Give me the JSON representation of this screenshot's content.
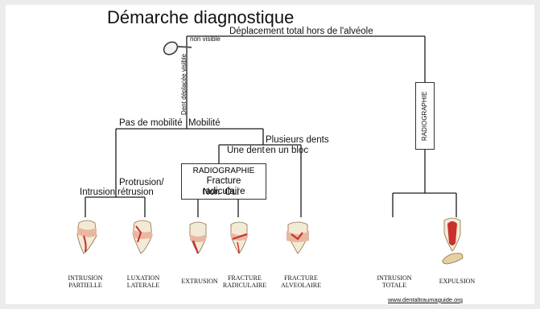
{
  "title": "Démarche diagnostique",
  "labels": {
    "non_visible": "non visible",
    "deplacement_total": "Déplacement total hors de l'alvéole",
    "dent_deplacee_visible": "Dent déplacée visible",
    "pas_de_mobilite": "Pas de mobilité",
    "mobilite": "Mobilité",
    "plusieurs_dents_line1": "Plusieurs dents",
    "plusieurs_dents_line2": "en un bloc",
    "une_dent": "Une dent",
    "radiographie_box_line1": "RADIOGRAPHIE",
    "radiographie_box_line2": "Fracture radiculaire",
    "non": "Non",
    "oui": "Oui",
    "intrusion": "Intrusion",
    "protrusion_line1": "Protrusion/",
    "protrusion_line2": "rétrusion",
    "radiographie_vertical": "RADIOGRAPHIE"
  },
  "outcomes": [
    {
      "line1": "Intrusion",
      "line2": "partielle"
    },
    {
      "line1": "Luxation",
      "line2": "laterale"
    },
    {
      "line1": "Extrusion",
      "line2": ""
    },
    {
      "line1": "Fracture",
      "line2": "radiculaire"
    },
    {
      "line1": "Fracture",
      "line2": "alveolaire"
    },
    {
      "line1": "Intrusion",
      "line2": "totale"
    },
    {
      "line1": "Expulsion",
      "line2": ""
    }
  ],
  "footer_url": "www.dentaltraumaguide.org",
  "colors": {
    "line": "#1a1a1a",
    "tooth_crown": "#f3ead6",
    "tooth_red": "#c8312c",
    "gum": "#e8b7a0"
  }
}
